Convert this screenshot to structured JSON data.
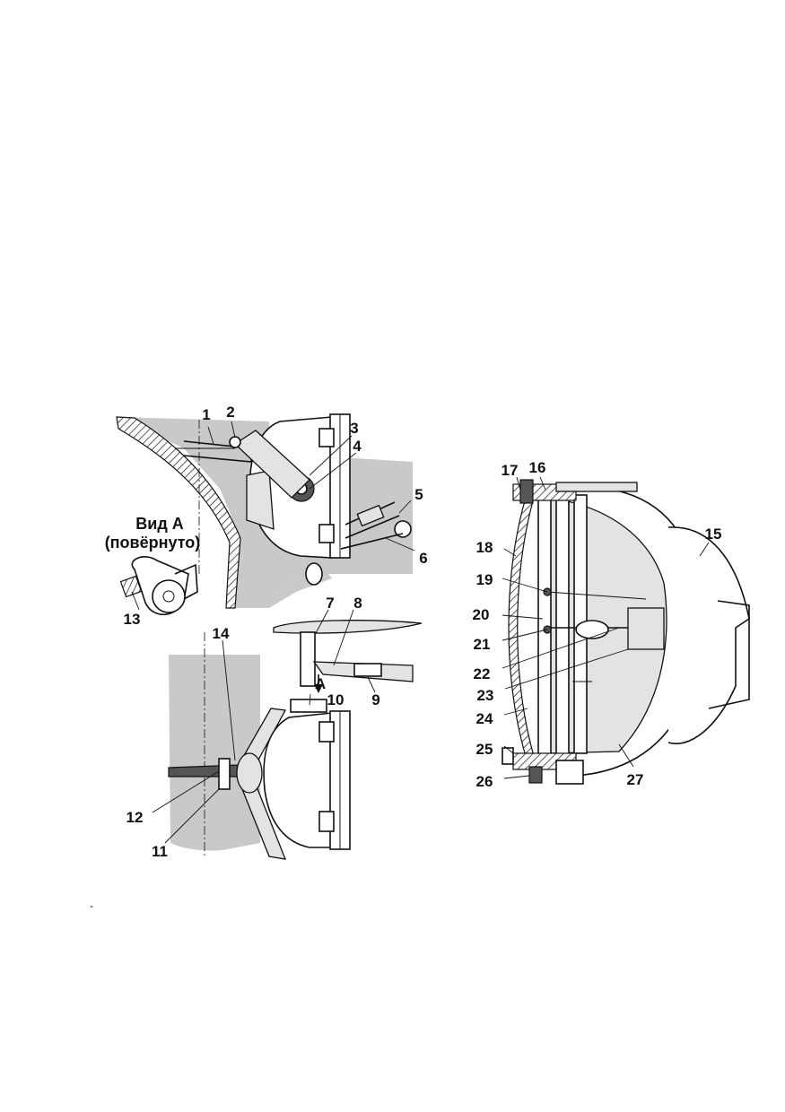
{
  "diagram": {
    "view_a_caption": {
      "line1": "Вид А",
      "line2": "(повёрнуто)"
    },
    "section_arrow_label": "А",
    "part_numbers": [
      "1",
      "2",
      "3",
      "4",
      "5",
      "6",
      "7",
      "8",
      "9",
      "10",
      "11",
      "12",
      "13",
      "14",
      "15",
      "16",
      "17",
      "18",
      "19",
      "20",
      "21",
      "22",
      "23",
      "24",
      "25",
      "26",
      "27"
    ],
    "stray_mark": "-"
  }
}
